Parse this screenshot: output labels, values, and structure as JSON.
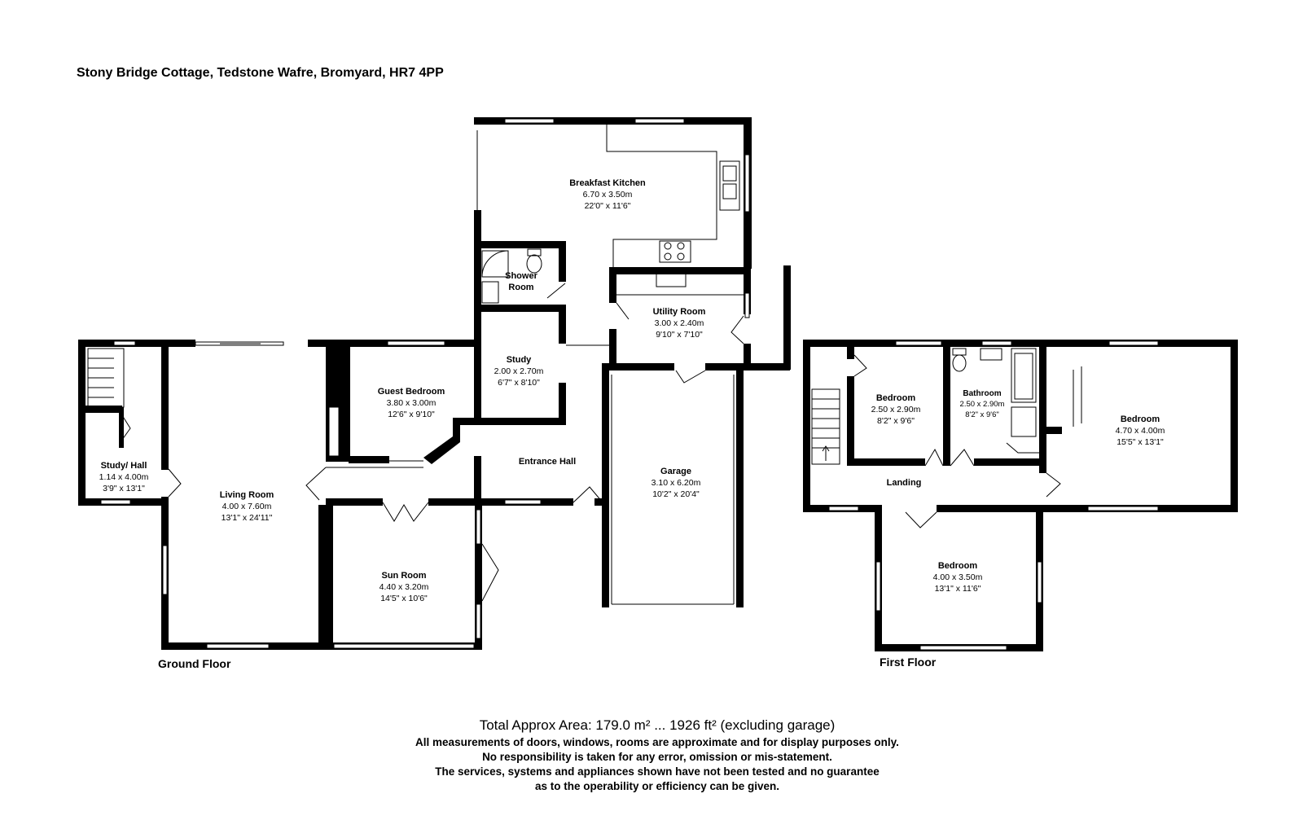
{
  "title": "Stony Bridge Cottage, Tedstone Wafre, Bromyard, HR7 4PP",
  "floors": [
    {
      "label": "Ground Floor",
      "rooms": [
        {
          "name": "Breakfast Kitchen",
          "metric": "6.70 x 3.50m",
          "imperial": "22'0\" x 11'6\""
        },
        {
          "name": "Shower",
          "name2": "Room"
        },
        {
          "name": "Utility Room",
          "metric": "3.00 x 2.40m",
          "imperial": "9'10\" x 7'10\""
        },
        {
          "name": "Study",
          "metric": "2.00 x 2.70m",
          "imperial": "6'7\" x 8'10\""
        },
        {
          "name": "Guest Bedroom",
          "metric": "3.80 x 3.00m",
          "imperial": "12'6\" x 9'10\""
        },
        {
          "name": "Entrance Hall"
        },
        {
          "name": "Garage",
          "metric": "3.10 x 6.20m",
          "imperial": "10'2\" x 20'4\""
        },
        {
          "name": "Study/ Hall",
          "metric": "1.14 x 4.00m",
          "imperial": "3'9\" x 13'1\""
        },
        {
          "name": "Living Room",
          "metric": "4.00 x 7.60m",
          "imperial": "13'1\" x 24'11\""
        },
        {
          "name": "Sun Room",
          "metric": "4.40 x 3.20m",
          "imperial": "14'5\" x 10'6\""
        }
      ]
    },
    {
      "label": "First Floor",
      "rooms": [
        {
          "name": "Bedroom",
          "metric": "2.50 x 2.90m",
          "imperial": "8'2\" x 9'6\""
        },
        {
          "name": "Bathroom",
          "metric": "2.50 x 2.90m",
          "imperial": "8'2\" x 9'6\""
        },
        {
          "name": "Bedroom",
          "metric": "4.70 x 4.00m",
          "imperial": "15'5\" x 13'1\""
        },
        {
          "name": "Landing"
        },
        {
          "name": "Bedroom",
          "metric": "4.00 x 3.50m",
          "imperial": "13'1\" x 11'6\""
        }
      ]
    }
  ],
  "footer": {
    "area": "Total Approx Area: 179.0 m² ... 1926 ft² (excluding garage)",
    "disclaimer": [
      "All measurements of doors, windows, rooms are approximate and for display purposes only.",
      "No responsibility is taken for any error, omission or mis-statement.",
      "The services, systems and appliances shown have not been tested and no guarantee",
      "as to the operability or efficiency can be given."
    ]
  },
  "colors": {
    "wall": "#000000",
    "background": "#ffffff"
  }
}
